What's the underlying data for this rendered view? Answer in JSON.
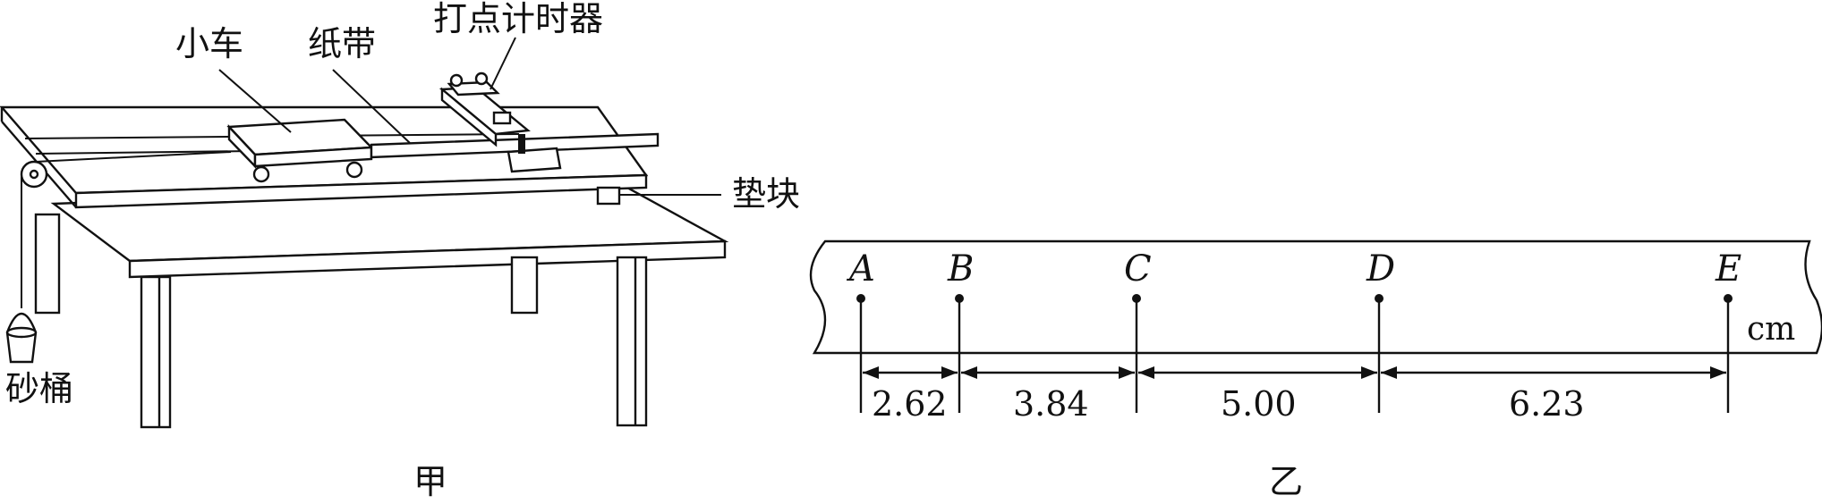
{
  "figure_jia": {
    "caption": "甲",
    "labels": {
      "cart": "小车",
      "tape": "纸带",
      "timer": "打点计时器",
      "block": "垫块",
      "bucket": "砂桶"
    }
  },
  "figure_yi": {
    "caption": "乙",
    "unit": "cm",
    "points": [
      "A",
      "B",
      "C",
      "D",
      "E"
    ],
    "segments": [
      "2.62",
      "3.84",
      "5.00",
      "6.23"
    ]
  }
}
